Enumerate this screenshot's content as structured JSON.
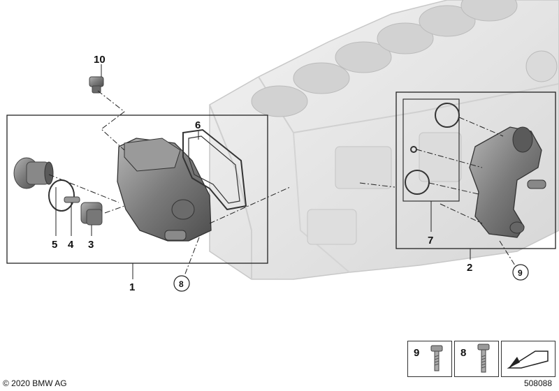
{
  "part_labels": {
    "p1": "1",
    "p2": "2",
    "p3": "3",
    "p4": "4",
    "p5": "5",
    "p6": "6",
    "p7": "7",
    "p8": "8",
    "p9": "9",
    "p10": "10"
  },
  "legend": {
    "item_a": "9",
    "item_b": "8"
  },
  "footer": {
    "copyright": "© 2020 BMW AG",
    "diagram_id": "508088"
  },
  "colors": {
    "engine_block": "#e6e6e6",
    "parts": "#7d7d7d",
    "lines": "#222222"
  },
  "icons": [
    "thermostat-housing-icon",
    "coolant-outlet-icon",
    "bolt-icon",
    "arrow-symbol-icon"
  ]
}
